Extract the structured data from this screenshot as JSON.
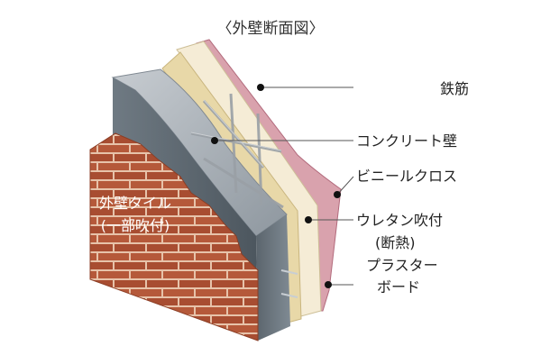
{
  "diagram": {
    "title": "〈外壁断面図〉",
    "tile_label": {
      "line1": "外壁タイル",
      "line2": "(一部吹付)"
    },
    "labels": {
      "rebar": "鉄筋",
      "concrete": "コンクリート壁",
      "vinyl": "ビニールクロス",
      "urethane_line1": "ウレタン吹付",
      "urethane_line2": "(断熱)",
      "plaster_line1": "プラスター",
      "plaster_line2": "ボード"
    },
    "colors": {
      "brick": "#b5593a",
      "brick_dark": "#8c3e25",
      "mortar": "#e7c3aa",
      "concrete": "#9aa3ab",
      "concrete_dark": "#5e6870",
      "urethane": "#e8d8a8",
      "plaster": "#f5ecd6",
      "vinyl": "#c97d8c",
      "leader": "#333333"
    }
  }
}
